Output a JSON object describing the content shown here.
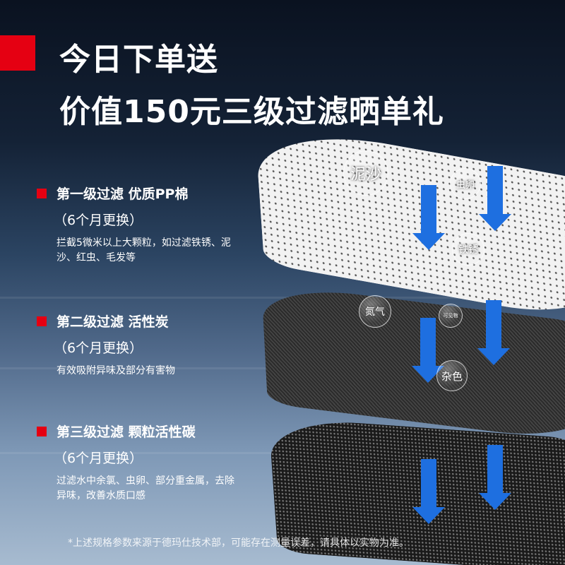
{
  "headline": {
    "line1": "今日下单送",
    "line2": "价值150元三级过滤晒单礼"
  },
  "sections": [
    {
      "title": "第一级过滤 优质PP棉",
      "period": "（6个月更换）",
      "desc": "拦截5微米以上大颗粒，如过滤铁锈、泥沙、红虫、毛发等"
    },
    {
      "title": "第二级过滤 活性炭",
      "period": "（6个月更换）",
      "desc": "有效吸附异味及部分有害物"
    },
    {
      "title": "第三级过滤 颗粒活性碳",
      "period": "（6个月更换）",
      "desc": "过滤水中余氯、虫卵、部分重金属，去除异味，改善水质口感"
    }
  ],
  "bubbles": {
    "b1": "泥沙",
    "b2": "虫卵",
    "b3": "铁锈",
    "b4": "氮气",
    "b5": "可见物",
    "b6": "杂色"
  },
  "footnote": "*上述规格参数来源于德玛仕技术部，可能存在测量误差，请具体以实物为准。",
  "colors": {
    "accent": "#e50012",
    "arrow": "#1e6fe0"
  }
}
